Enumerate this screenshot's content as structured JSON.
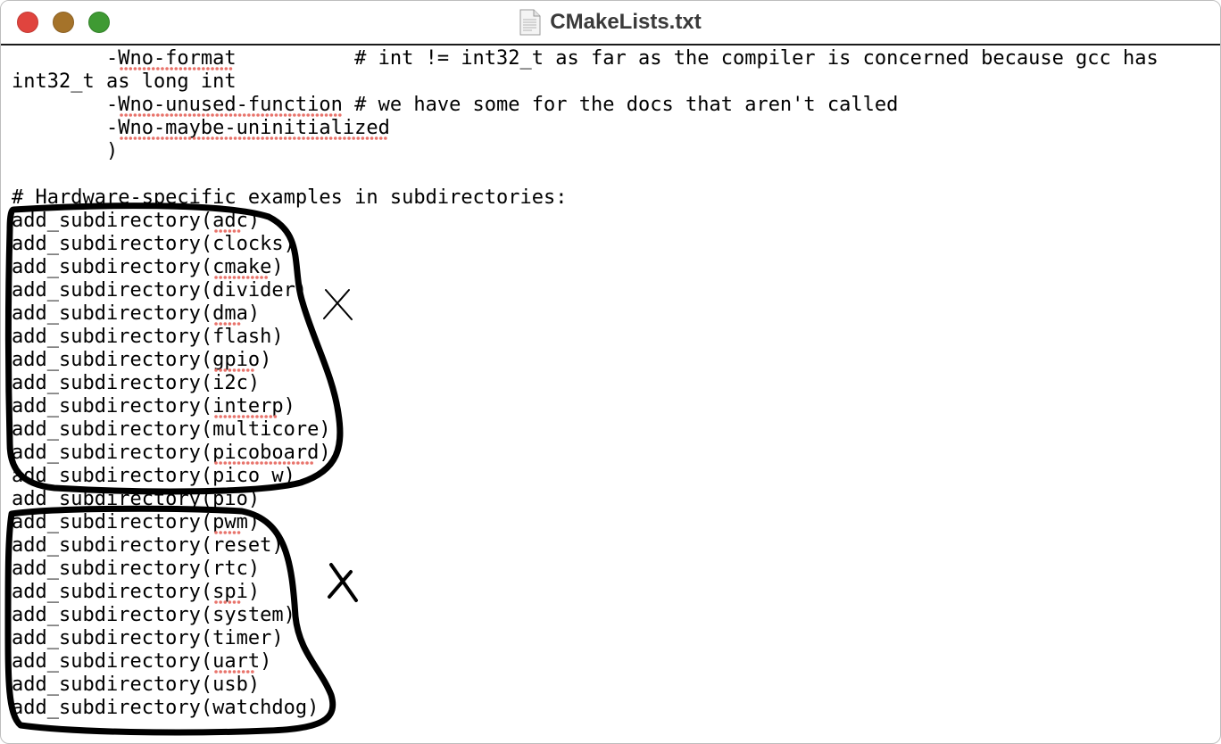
{
  "window": {
    "title": "CMakeLists.txt"
  },
  "editor": {
    "lines": [
      "        -Wno-format          # int != int32_t as far as the compiler is concerned because gcc has",
      "int32_t as long int",
      "        -Wno-unused-function # we have some for the docs that aren't called",
      "        -Wno-maybe-uninitialized",
      "        )",
      "",
      "# Hardware-specific examples in subdirectories:",
      "add_subdirectory(adc)",
      "add_subdirectory(clocks)",
      "add_subdirectory(cmake)",
      "add_subdirectory(divider)",
      "add_subdirectory(dma)",
      "add_subdirectory(flash)",
      "add_subdirectory(gpio)",
      "add_subdirectory(i2c)",
      "add_subdirectory(interp)",
      "add_subdirectory(multicore)",
      "add_subdirectory(picoboard)",
      "add_subdirectory(pico_w)",
      "add_subdirectory(pio)",
      "add_subdirectory(pwm)",
      "add_subdirectory(reset)",
      "add_subdirectory(rtc)",
      "add_subdirectory(spi)",
      "add_subdirectory(system)",
      "add_subdirectory(timer)",
      "add_subdirectory(uart)",
      "add_subdirectory(usb)",
      "add_subdirectory(watchdog)"
    ]
  },
  "colors": {
    "spellcheck": "#e8736b",
    "annotation": "#000000",
    "close": "#e0443e",
    "minimize": "#a5732a",
    "zoom": "#3f9a33"
  }
}
